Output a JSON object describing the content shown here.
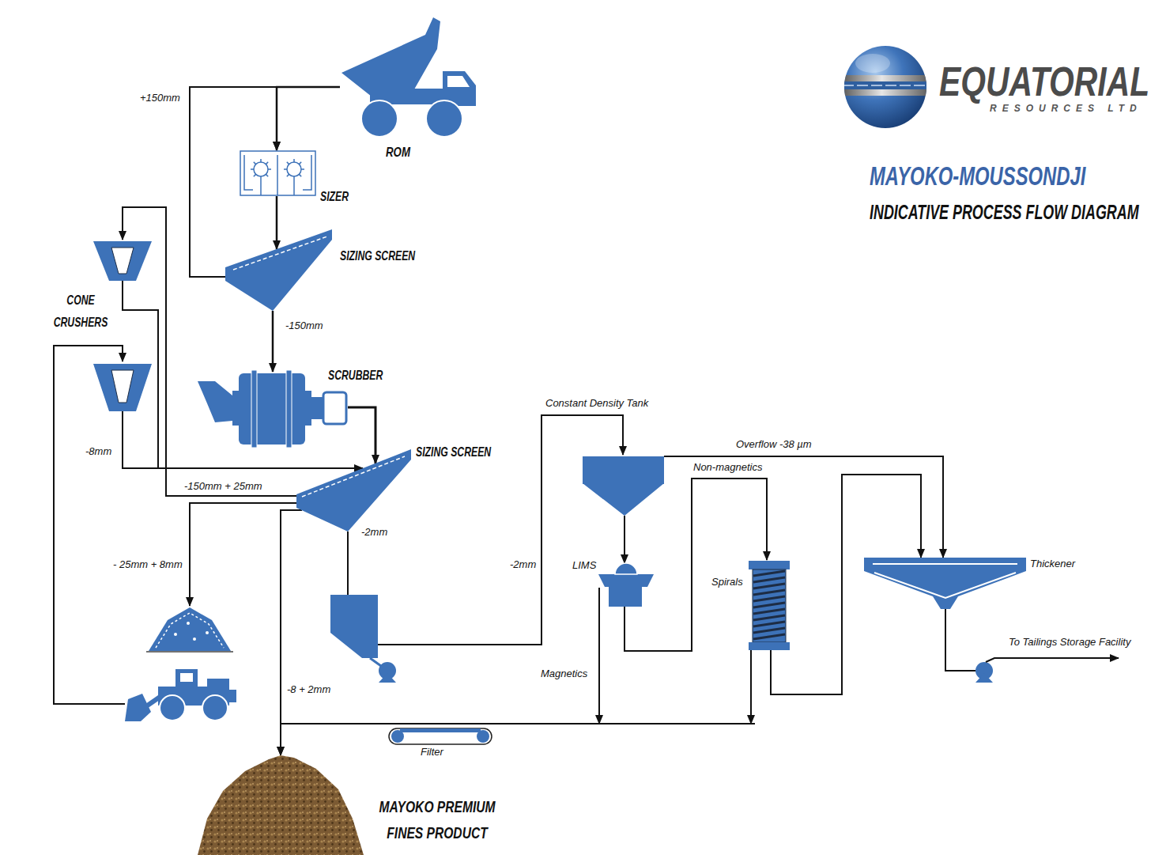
{
  "diagram": {
    "title": "MAYOKO-MOUSSONDJI",
    "nodes": [
      {
        "text": [
          "ROM"
        ]
      },
      {
        "text": [
          "SIZER"
        ]
      },
      {
        "text": [
          "SIZING SCREEN"
        ]
      },
      {
        "text": [
          "SCRUBBER"
        ]
      },
      {
        "text": [
          "CONE CRUSHERS"
        ]
      },
      {
        "text": [
          "SIZING SCREEN"
        ]
      },
      {
        "text": [
          "Constant Density Tank"
        ]
      },
      {
        "text": [
          "LIMS"
        ]
      },
      {
        "text": [
          "Spirals"
        ]
      },
      {
        "text": [
          "Thickener"
        ]
      },
      {
        "text": [
          "Filter"
        ]
      },
      {
        "text": [
          "MAYOKO PREMIUM FINES PRODUCT"
        ]
      }
    ],
    "edges": [
      {
        "from": 0,
        "to": 1,
        "arrow": "to"
      },
      {
        "from": 1,
        "to": 2,
        "arrow": "to"
      },
      {
        "from": 2,
        "to": 1,
        "label": "+150mm",
        "arrow": "to"
      },
      {
        "from": 2,
        "to": 3,
        "label": "-150mm",
        "arrow": "to"
      },
      {
        "from": 3,
        "to": 5,
        "arrow": "to"
      },
      {
        "from": 5,
        "to": 4,
        "label": "-150mm + 25mm",
        "arrow": "to"
      },
      {
        "from": 4,
        "to": 5,
        "label": "-8mm",
        "arrow": "to"
      },
      {
        "from": 5,
        "to": 11,
        "label": "-8 + 2mm",
        "arrow": "to"
      },
      {
        "from": 5,
        "to": 6,
        "label": "-2mm",
        "arrow": "to"
      },
      {
        "from": 6,
        "to": 7,
        "arrow": "to"
      },
      {
        "from": 6,
        "to": 9,
        "label": "Overflow -38 µm",
        "arrow": "to"
      },
      {
        "from": 7,
        "to": 8,
        "label": "Non-magnetics",
        "arrow": "to"
      },
      {
        "from": 7,
        "to": 10,
        "label": "Magnetics",
        "arrow": "to"
      },
      {
        "from": 8,
        "to": 10,
        "arrow": "to"
      },
      {
        "from": 8,
        "to": 9,
        "arrow": "to"
      },
      {
        "from": 10,
        "to": 11,
        "arrow": "to"
      }
    ],
    "labels": [
      "EQUATORIAL",
      "RESOURCES LTD",
      "INDICATIVE PROCESS FLOW DIAGRAM",
      "- 25mm + 8mm",
      "-2mm",
      "To Tailings Storage Facility"
    ]
  }
}
